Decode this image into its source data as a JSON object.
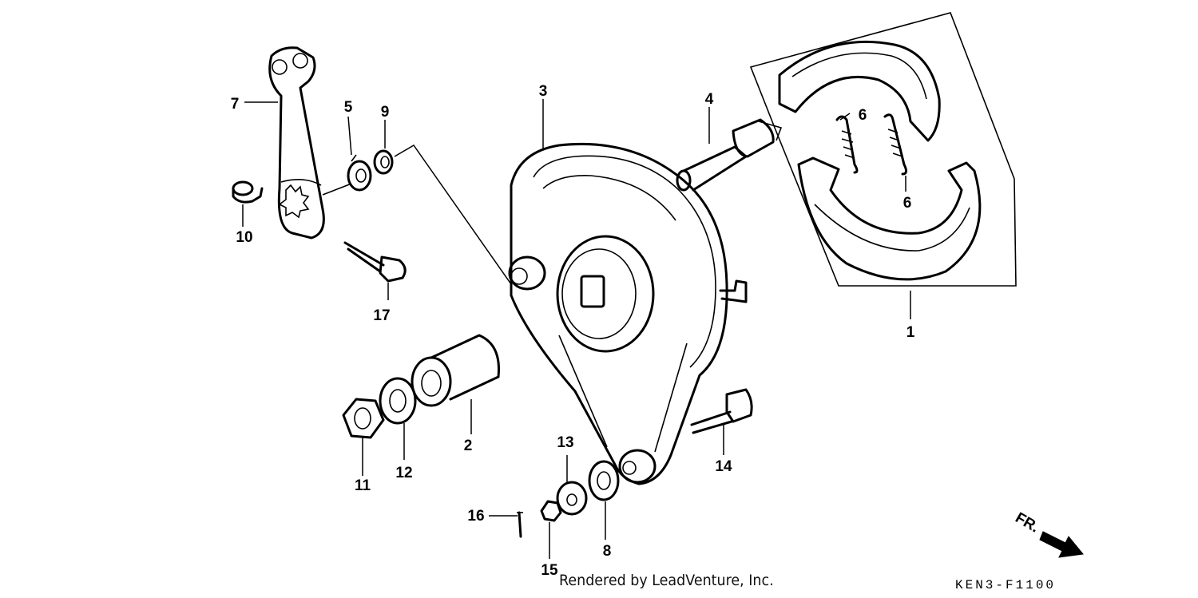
{
  "callouts": {
    "c1": "1",
    "c2": "2",
    "c3": "3",
    "c4": "4",
    "c5": "5",
    "c6a": "6",
    "c6b": "6",
    "c7": "7",
    "c8": "8",
    "c9": "9",
    "c10": "10",
    "c11": "11",
    "c12": "12",
    "c13": "13",
    "c14": "14",
    "c15": "15",
    "c16": "16",
    "c17": "17"
  },
  "direction": {
    "label": "FR."
  },
  "footer": {
    "credit": "Rendered by LeadVenture, Inc.",
    "diagram_code": "KEN3-F1100"
  }
}
